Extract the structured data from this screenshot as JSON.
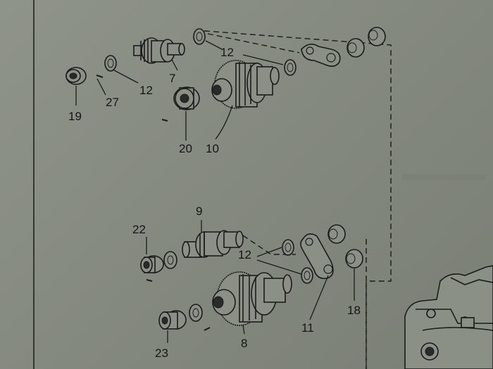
{
  "callouts": {
    "p7": "7",
    "p12a": "12",
    "p12b": "12",
    "p12c": "12",
    "p19": "19",
    "p27": "27",
    "p20": "20",
    "p10": "10",
    "p9": "9",
    "p22": "22",
    "p18": "18",
    "p11": "11",
    "p8": "8",
    "p23": "23"
  }
}
